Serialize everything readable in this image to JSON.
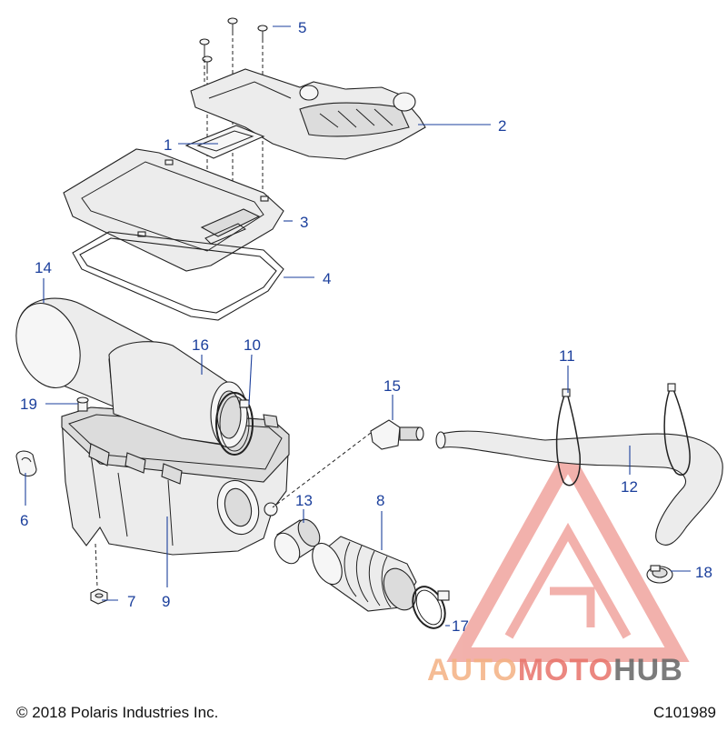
{
  "callouts": {
    "n1": "1",
    "n2": "2",
    "n3": "3",
    "n4": "4",
    "n5": "5",
    "n6": "6",
    "n7": "7",
    "n8": "8",
    "n9": "9",
    "n10": "10",
    "n11": "11",
    "n12": "12",
    "n13": "13",
    "n14": "14",
    "n15": "15",
    "n16": "16",
    "n17": "17",
    "n18": "18",
    "n19": "19"
  },
  "footer": {
    "copyright": "© 2018 Polaris Industries Inc.",
    "code": "C101989"
  },
  "watermark": {
    "part1": "AUTO",
    "part2": "MOTO",
    "part3": "HUB",
    "color_primary": "#f4b183",
    "color_accent": "#e8736a",
    "color_dark": "#666666"
  },
  "colors": {
    "callout": "#1b3f9c"
  }
}
